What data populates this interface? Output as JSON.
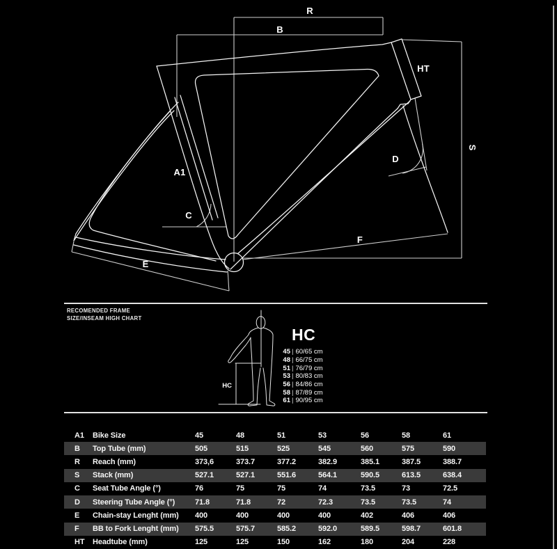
{
  "colors": {
    "background": "#000000",
    "line": "#ffffff",
    "table_stripe": "#3a3a3a"
  },
  "diagram": {
    "labels": {
      "reach": "R",
      "top_tube": "B",
      "head_tube": "HT",
      "stack": "S",
      "seat_tube_size": "A1",
      "seat_tube_angle": "C",
      "steering_tube_angle": "D",
      "chain_stay": "E",
      "bb_to_fork": "F"
    }
  },
  "size_chart": {
    "heading_line1": "RECOMENDED FRAME",
    "heading_line2": "SIZE/INSEAM HIGH CHART",
    "title": "HC",
    "figure_label": "HC",
    "entries": [
      {
        "size": "45",
        "inseam": "60/65 cm"
      },
      {
        "size": "48",
        "inseam": "66/75 cm"
      },
      {
        "size": "51",
        "inseam": "76/79 cm"
      },
      {
        "size": "53",
        "inseam": "80/83 cm"
      },
      {
        "size": "56",
        "inseam": "84/86 cm"
      },
      {
        "size": "58",
        "inseam": "87/89 cm"
      },
      {
        "size": "61",
        "inseam": "90/95 cm"
      }
    ]
  },
  "geometry_table": {
    "sizes": [
      "45",
      "48",
      "51",
      "53",
      "56",
      "58",
      "61"
    ],
    "rows": [
      {
        "key": "A1",
        "label": "Bike Size",
        "values": [
          "45",
          "48",
          "51",
          "53",
          "56",
          "58",
          "61"
        ]
      },
      {
        "key": "B",
        "label": "Top Tube (mm)",
        "values": [
          "505",
          "515",
          "525",
          "545",
          "560",
          "575",
          "590"
        ]
      },
      {
        "key": "R",
        "label": "Reach (mm)",
        "values": [
          "373,6",
          "373.7",
          "377.2",
          "382.9",
          "385.1",
          "387.5",
          "388.7"
        ]
      },
      {
        "key": "S",
        "label": "Stack (mm)",
        "values": [
          "527.1",
          "527.1",
          "551.6",
          "564.1",
          "590.5",
          "613.5",
          "638.4"
        ]
      },
      {
        "key": "C",
        "label": "Seat Tube Angle (°)",
        "values": [
          "76",
          "75",
          "75",
          "74",
          "73.5",
          "73",
          "72.5"
        ]
      },
      {
        "key": "D",
        "label": "Steering Tube Angle (°)",
        "values": [
          "71.8",
          "71.8",
          "72",
          "72.3",
          "73.5",
          "73.5",
          "74"
        ]
      },
      {
        "key": "E",
        "label": "Chain-stay Lenght (mm)",
        "values": [
          "400",
          "400",
          "400",
          "400",
          "402",
          "406",
          "406"
        ]
      },
      {
        "key": "F",
        "label": "BB to Fork Lenght (mm)",
        "values": [
          "575.5",
          "575.7",
          "585.2",
          "592.0",
          "589.5",
          "598.7",
          "601.8"
        ]
      },
      {
        "key": "HT",
        "label": "Headtube (mm)",
        "values": [
          "125",
          "125",
          "150",
          "162",
          "180",
          "204",
          "228"
        ]
      }
    ]
  }
}
